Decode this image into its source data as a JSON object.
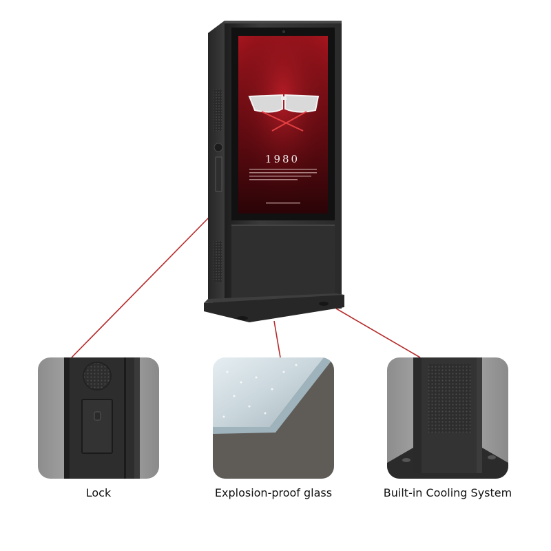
{
  "screen": {
    "headline": "1980"
  },
  "features": [
    {
      "label": "Lock",
      "icon": "lock-closeup"
    },
    {
      "label": "Explosion-proof glass",
      "icon": "glass-closeup"
    },
    {
      "label": "Built-in Cooling System",
      "icon": "cooling-closeup"
    }
  ],
  "colors": {
    "callout_line": "#b52a2a",
    "kiosk_body": "#2c2c2c",
    "screen_bg": "#7a0d12"
  }
}
